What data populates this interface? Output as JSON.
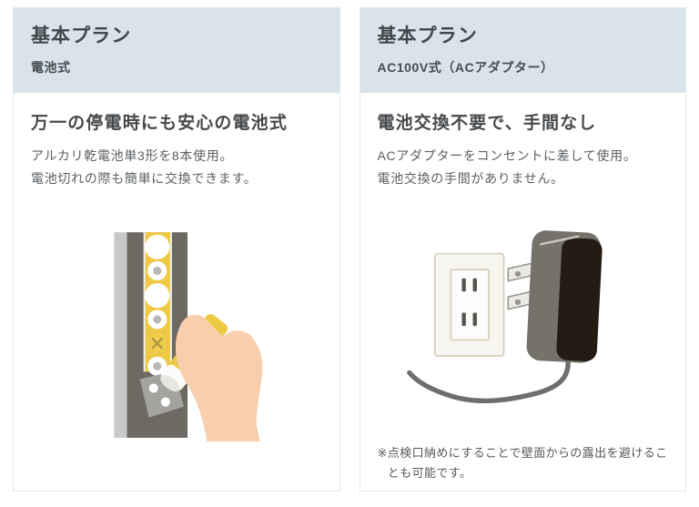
{
  "colors": {
    "header_bg": "#d8e4ea",
    "card_border": "#dce8ee",
    "title_text": "#41474b",
    "body_text": "#5b6064",
    "battery_yellow": "#edc944",
    "hand_skin": "#f8cead",
    "device_gray_dark": "#6d6a64",
    "device_gray_light": "#c8c8c8",
    "adapter_body_gray": "#75726c",
    "adapter_face_black": "#241b12",
    "outlet_cream": "#f8f6f0",
    "outlet_border": "#dad2c1",
    "cord_gray": "#6e6e6e"
  },
  "cards": [
    {
      "plan_label": "基本プラン",
      "type_label": "電池式",
      "heading": "万一の停電時にも安心の電池式",
      "description": [
        "アルカリ乾電池単3形を8本使用。",
        "電池切れの際も簡単に交換できます。"
      ],
      "illustration": "battery-replacement-hand"
    },
    {
      "plan_label": "基本プラン",
      "type_label": "AC100V式（ACアダプター）",
      "heading": "電池交換不要で、手間なし",
      "description": [
        "ACアダプターをコンセントに差して使用。",
        "電池交換の手間がありません。"
      ],
      "illustration": "ac-adapter-and-outlet",
      "footnote_marker": "※",
      "footnote": "点検口納めにすることで壁面からの露出を避けることも可能です。"
    }
  ]
}
